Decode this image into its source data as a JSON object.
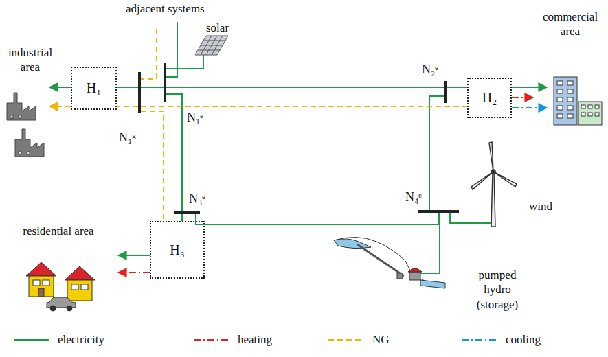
{
  "diagram": {
    "nodes": [
      {
        "text": [
          "H₁"
        ]
      },
      {
        "text": [
          "N₁ᵍ"
        ]
      },
      {
        "text": [
          "N₁ᵉ"
        ]
      },
      {
        "text": [
          "N₂ᵉ"
        ]
      },
      {
        "text": [
          "H₂"
        ]
      },
      {
        "text": [
          "N₃ᵉ"
        ]
      },
      {
        "text": [
          "N₄ᵉ"
        ]
      },
      {
        "text": [
          "H₃"
        ]
      }
    ],
    "edges": [
      {
        "from": 2,
        "to": 0,
        "arrow": "none"
      },
      {
        "from": 2,
        "to": 3,
        "arrow": "none"
      },
      {
        "from": 3,
        "to": 4,
        "arrow": "none"
      },
      {
        "from": 2,
        "to": 5,
        "arrow": "none"
      },
      {
        "from": 5,
        "to": 7,
        "arrow": "none"
      },
      {
        "from": 5,
        "to": 6,
        "arrow": "none"
      },
      {
        "from": 6,
        "to": 3,
        "arrow": "none"
      },
      {
        "from": 1,
        "to": 0,
        "arrow": "none"
      },
      {
        "from": 1,
        "to": 4,
        "arrow": "none"
      },
      {
        "from": 1,
        "to": 7,
        "arrow": "none"
      }
    ],
    "labels": [
      "adjacent systems",
      "solar",
      "industrial area",
      "commercial area",
      "residential area",
      "wind",
      "pumped hydro (storage)"
    ],
    "legend": [
      {
        "text": "electricity"
      },
      {
        "text": "heating"
      },
      {
        "text": "NG"
      },
      {
        "text": "cooling"
      }
    ]
  }
}
